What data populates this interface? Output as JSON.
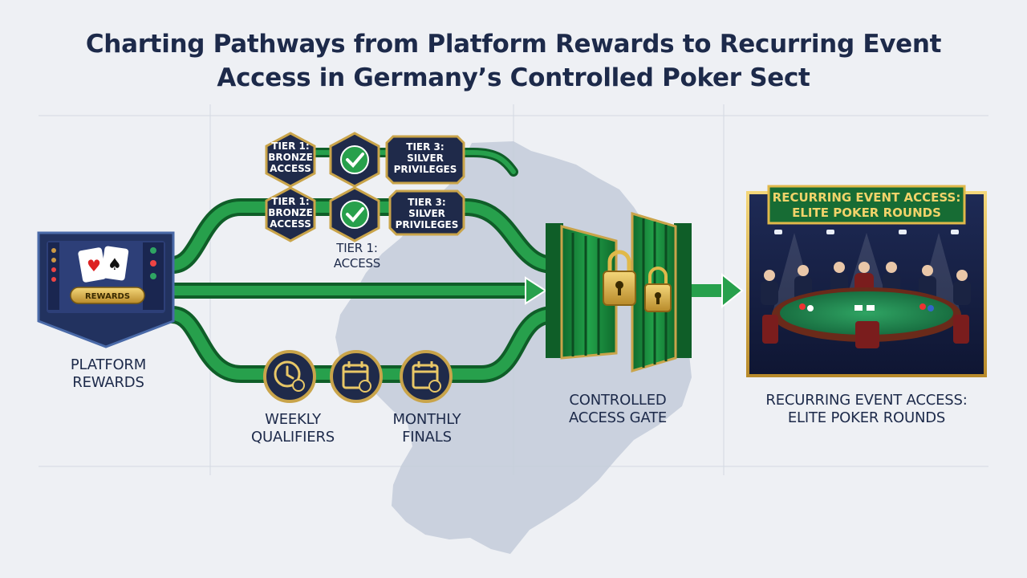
{
  "title": {
    "line1": "Charting Pathways from Platform Rewards to Recurring Event",
    "line2": "Access in Germany’s Controlled Poker Sect"
  },
  "platform": {
    "label_line1": "PLATFORM",
    "label_line2": "REWARDS",
    "badge": "REWARDS"
  },
  "tiers": {
    "tier1": {
      "line1": "TIER 1:",
      "line2": "BRONZE",
      "line3": "ACCESS"
    },
    "tier3": {
      "line1": "TIER 3:",
      "line2": "SILVER",
      "line3": "PRIVILEGES"
    },
    "tier1_access": {
      "line1": "TIER 1:",
      "line2": "ACCESS"
    }
  },
  "qualifiers": {
    "weekly": {
      "line1": "WEEKLY",
      "line2": "QUALIFIERS"
    },
    "monthly": {
      "line1": "MONTHLY",
      "line2": "FINALS"
    }
  },
  "gate": {
    "line1": "CONTROLLED",
    "line2": "ACCESS GATE"
  },
  "event": {
    "banner_line1": "RECURRING EVENT ACCESS:",
    "banner_line2": "ELITE POKER ROUNDS",
    "label_line1": "RECURRING EVENT ACCESS:",
    "label_line2": "ELITE POKER ROUNDS"
  },
  "colors": {
    "navy": "#1d2a4a",
    "green": "#1f8a3c",
    "gold": "#c9a44a",
    "map": "#c3cbd9"
  },
  "icons": [
    "check-icon",
    "clock-icon",
    "calendar-icon",
    "padlock-icon",
    "arrow-right-icon",
    "heart-card-icon",
    "spade-card-icon"
  ]
}
